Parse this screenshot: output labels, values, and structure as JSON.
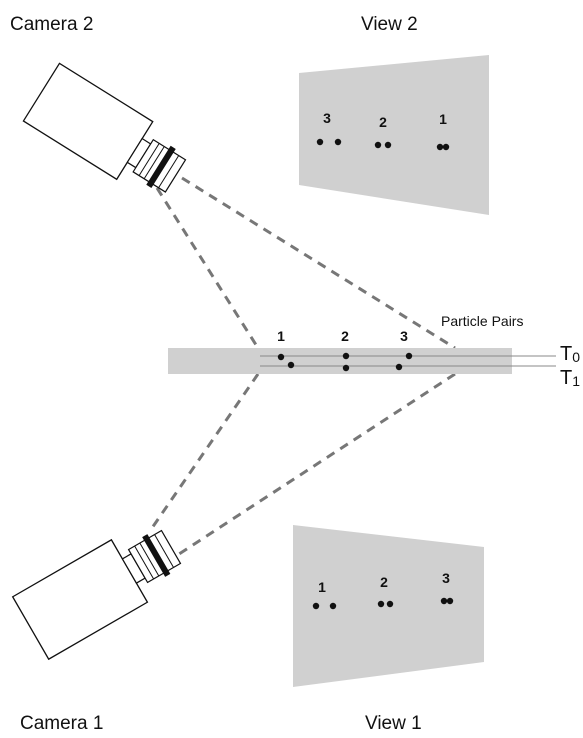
{
  "cameras": {
    "camera2_label": "Camera 2",
    "camera1_label": "Camera 1"
  },
  "views": {
    "view2": {
      "label": "View 2",
      "markers": [
        "3",
        "2",
        "1"
      ]
    },
    "view1": {
      "label": "View 1",
      "markers": [
        "1",
        "2",
        "3"
      ]
    }
  },
  "sheet": {
    "label": "Particle Pairs",
    "markers": [
      "1",
      "2",
      "3"
    ],
    "t0": {
      "letter": "T",
      "sub": "0"
    },
    "t1": {
      "letter": "T",
      "sub": "1"
    }
  },
  "colors": {
    "shade": "#d0d0d0",
    "ink": "#111111",
    "dash": "#777777",
    "lines": "#888888"
  }
}
